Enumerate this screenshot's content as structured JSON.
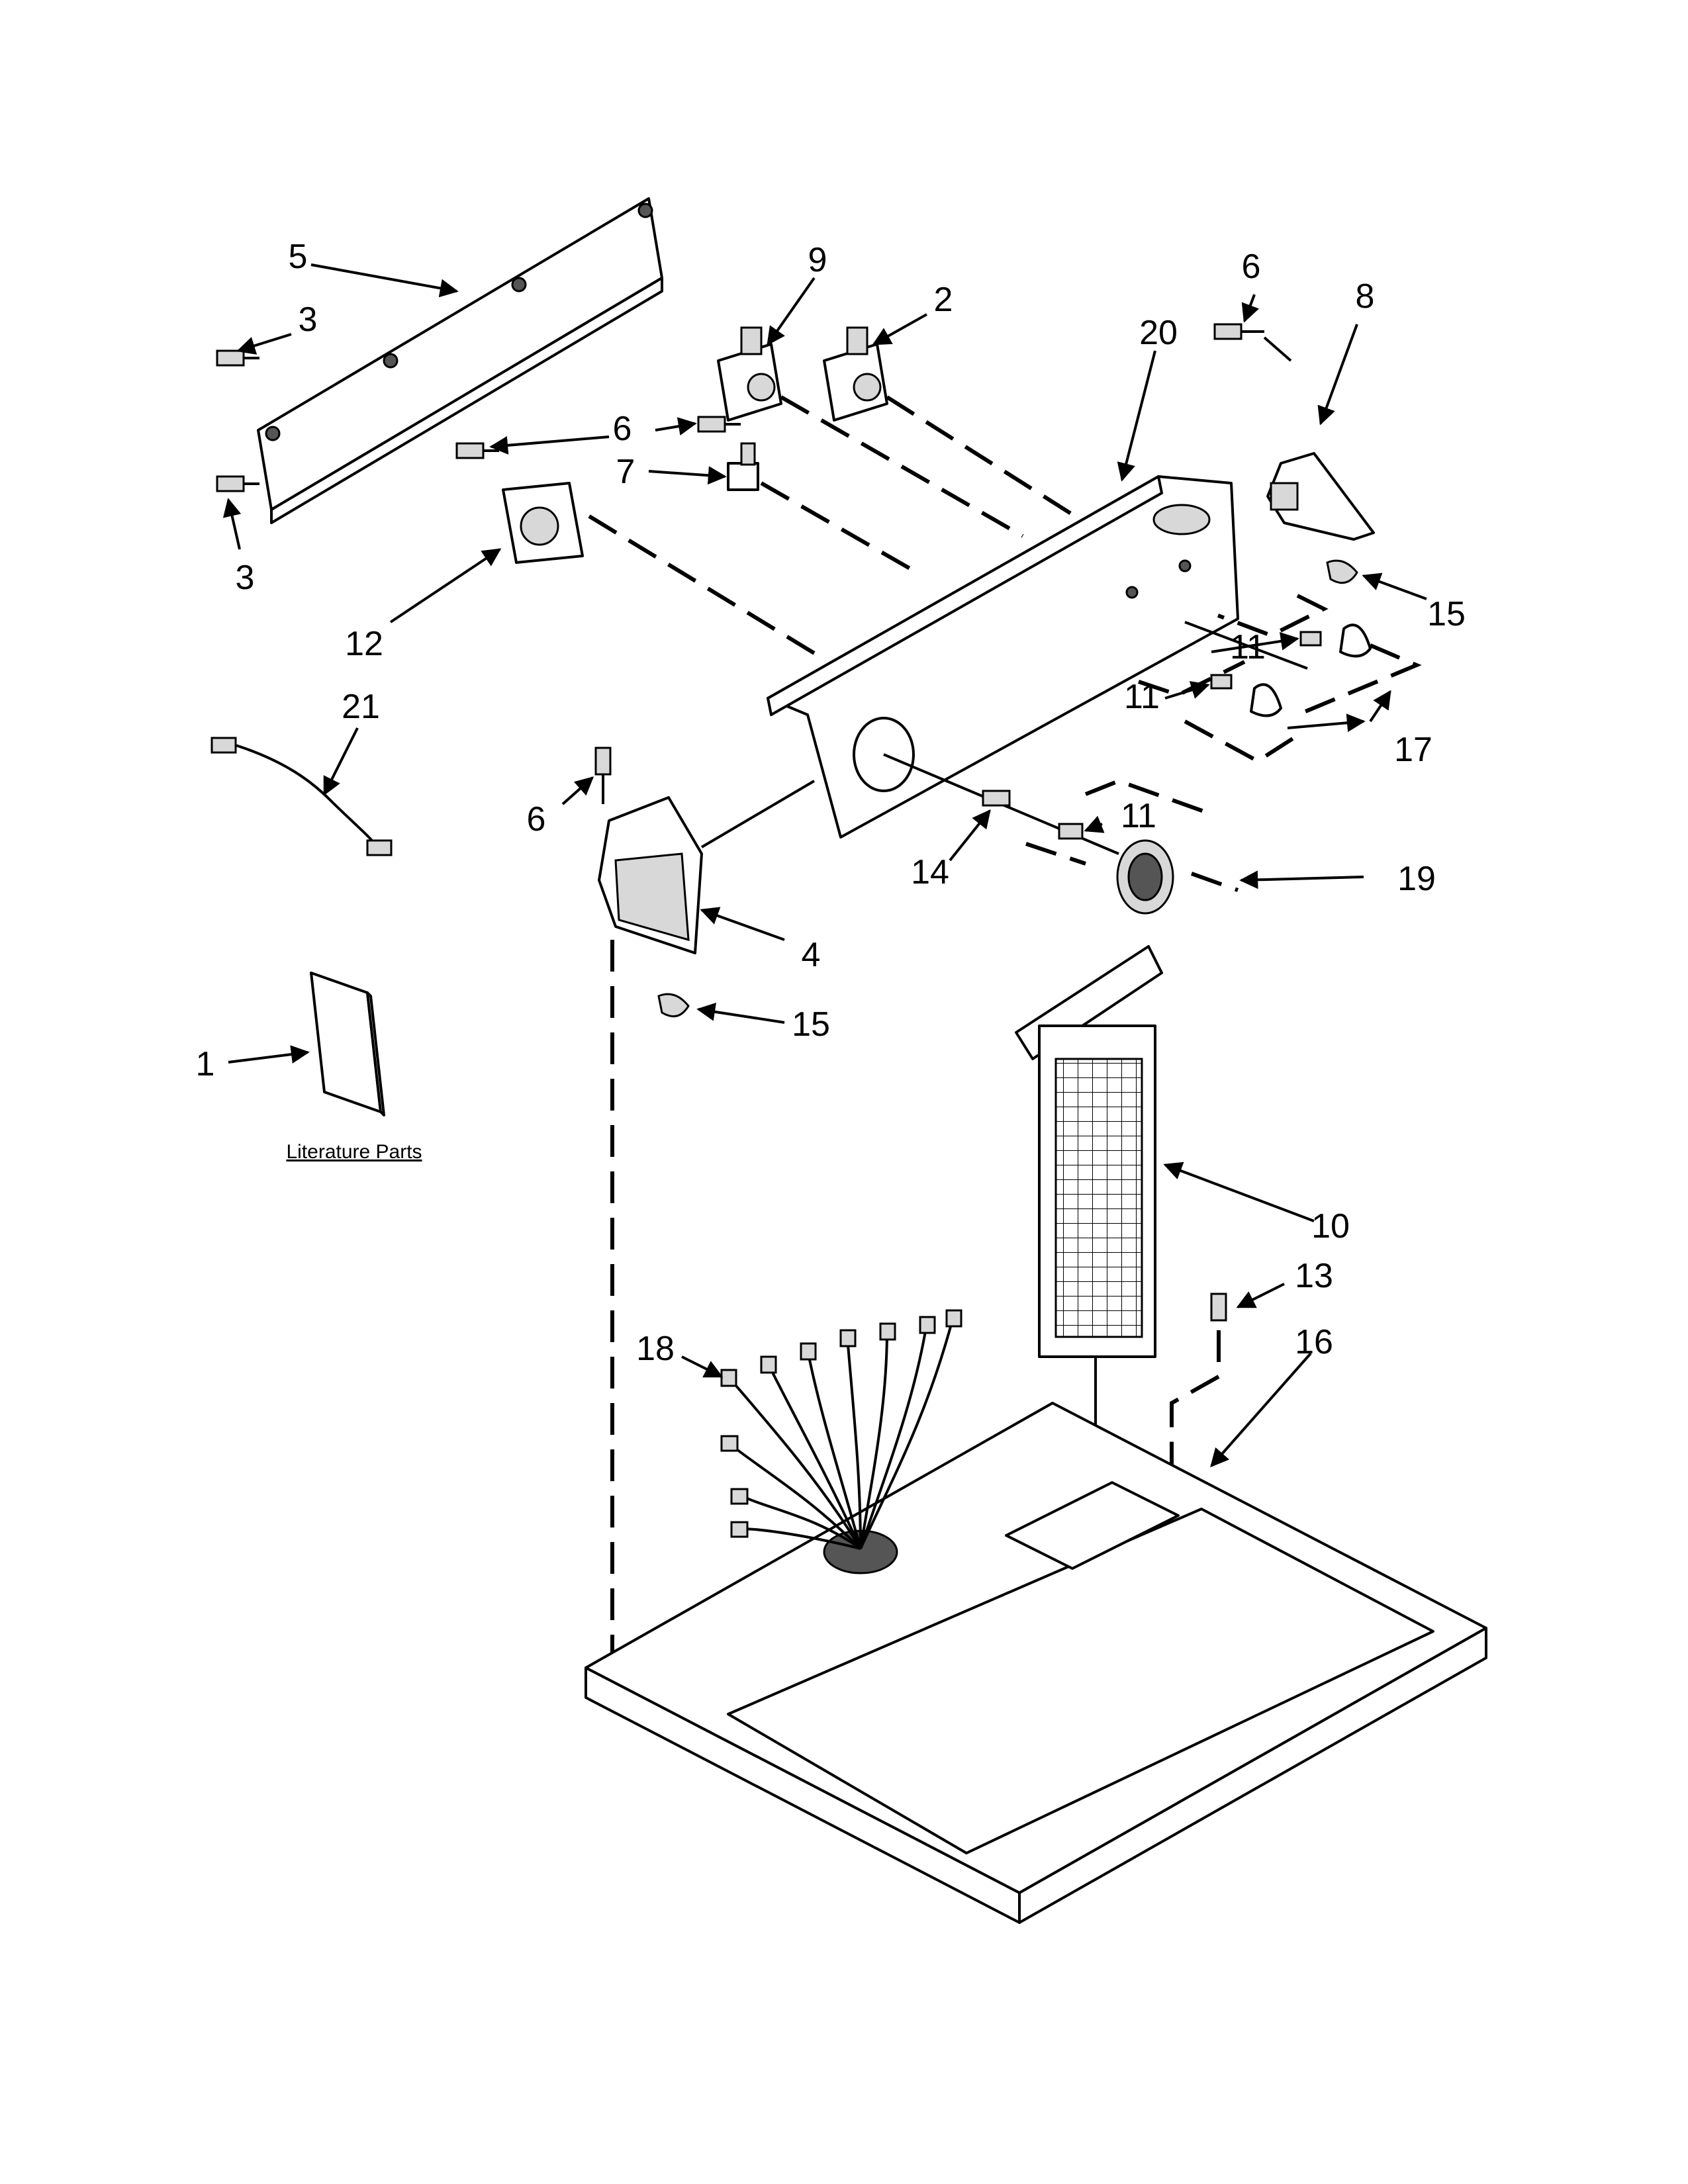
{
  "labels": {
    "p1": "1",
    "p2": "2",
    "p3a": "3",
    "p3b": "3",
    "p4": "4",
    "p5": "5",
    "p6a": "6",
    "p6b": "6",
    "p6c": "6",
    "p7": "7",
    "p8": "8",
    "p9": "9",
    "p10": "10",
    "p11a": "11",
    "p11b": "11",
    "p11c": "11",
    "p12": "12",
    "p13": "13",
    "p14": "14",
    "p15a": "15",
    "p15b": "15",
    "p16": "16",
    "p17": "17",
    "p18": "18",
    "p19": "19",
    "p20": "20",
    "p21": "21"
  },
  "literature_caption": "Literature Parts"
}
